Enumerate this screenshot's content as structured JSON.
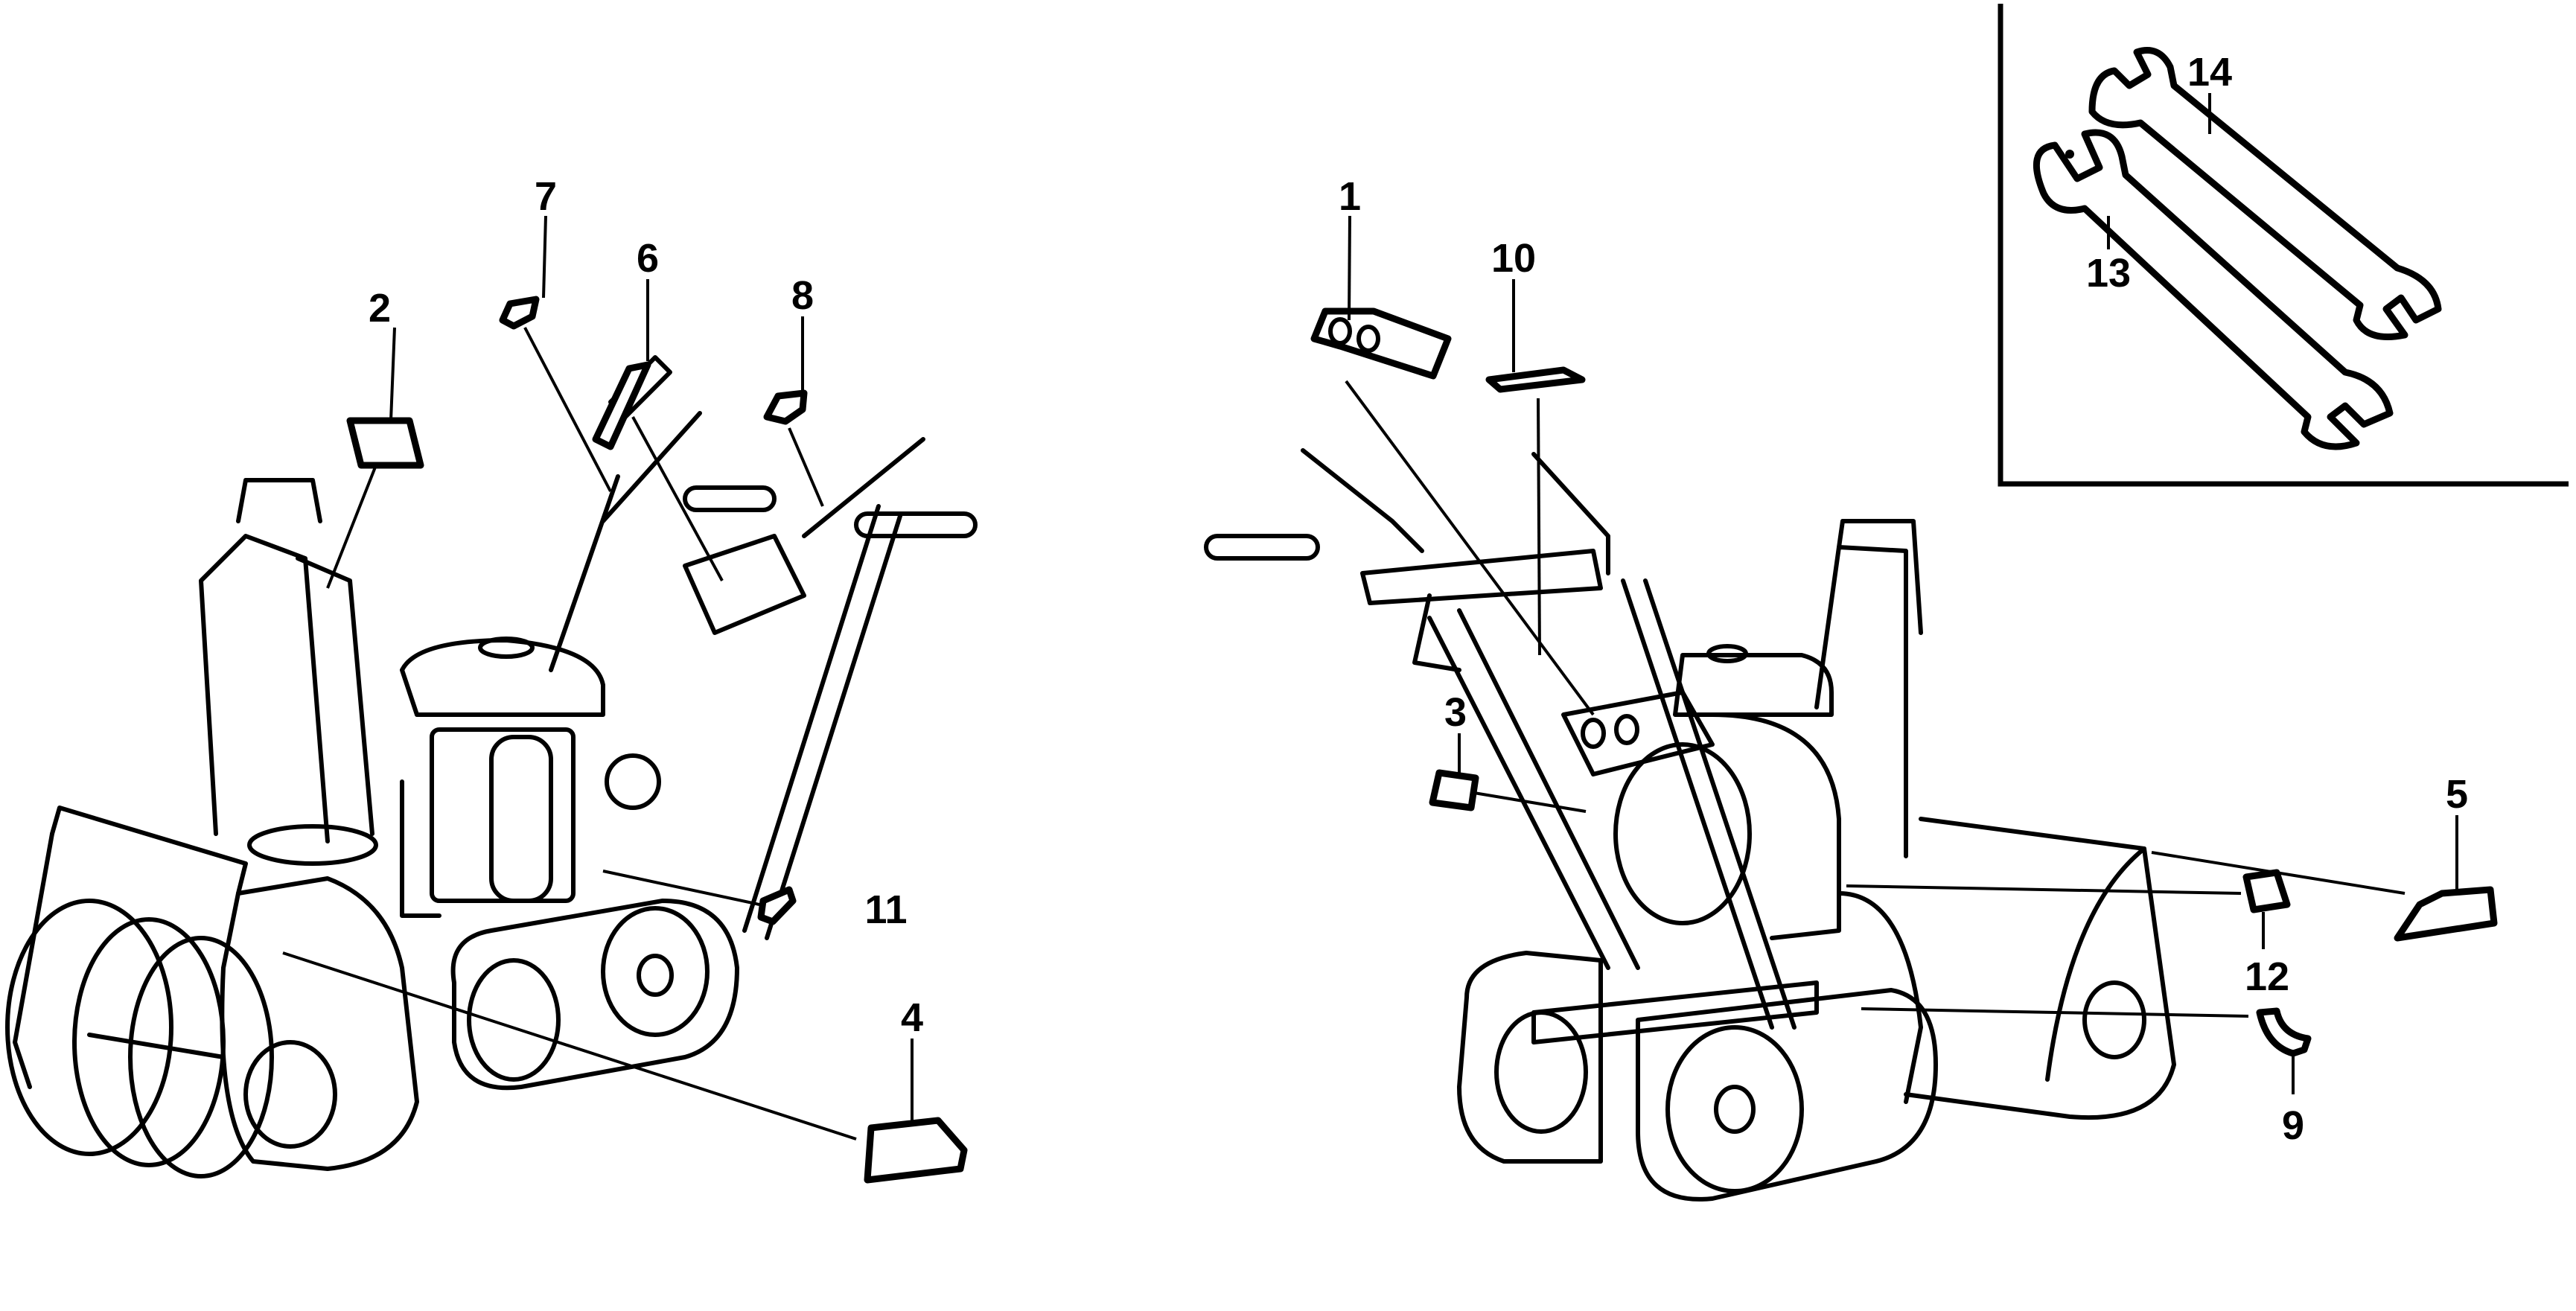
{
  "diagram": {
    "subject": "Snow blower (track drive) decal and tool locations",
    "views": [
      "left-front view",
      "right-front view"
    ],
    "callouts": [
      {
        "id": "1",
        "label": "1",
        "part": "decal with two circles"
      },
      {
        "id": "2",
        "label": "2",
        "part": "decal on discharge chute"
      },
      {
        "id": "3",
        "label": "3",
        "part": "small square decal"
      },
      {
        "id": "4",
        "label": "4",
        "part": "decal on auger housing (left side)"
      },
      {
        "id": "5",
        "label": "5",
        "part": "decal on auger housing (right side)"
      },
      {
        "id": "6",
        "label": "6",
        "part": "long strip decal on handle"
      },
      {
        "id": "7",
        "label": "7",
        "part": "small decal on left handle"
      },
      {
        "id": "8",
        "label": "8",
        "part": "small decal on right handle"
      },
      {
        "id": "9",
        "label": "9",
        "part": "curved decal on track cover"
      },
      {
        "id": "10",
        "label": "10",
        "part": "thin strip decal on engine"
      },
      {
        "id": "11",
        "label": "11",
        "part": "small decal on handle rod"
      },
      {
        "id": "12",
        "label": "12",
        "part": "decal on auger housing side"
      },
      {
        "id": "13",
        "label": "13",
        "part": "open-end wrench"
      },
      {
        "id": "14",
        "label": "14",
        "part": "open-end wrench"
      }
    ],
    "inset": {
      "title": "Tool kit",
      "items": [
        "13",
        "14"
      ]
    },
    "colors": {
      "ink": "#000000",
      "paper": "#ffffff"
    }
  }
}
